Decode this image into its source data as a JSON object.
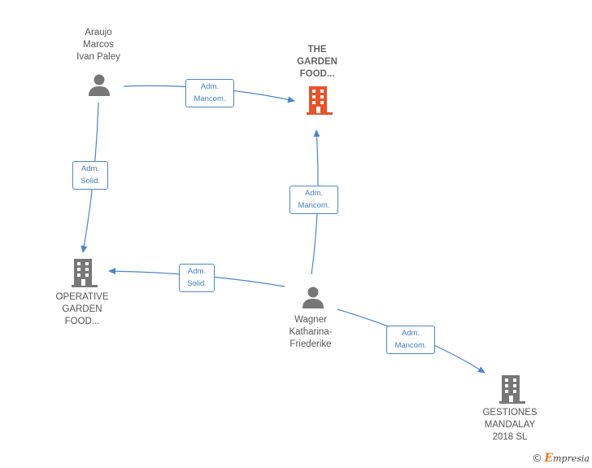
{
  "nodes": {
    "araujo": {
      "label": "Araujo\nMarcos\nIvan Paley",
      "type": "person"
    },
    "the_garden": {
      "label": "THE\nGARDEN\nFOOD...",
      "type": "company-main",
      "color": "#e8532a"
    },
    "operative": {
      "label": "OPERATIVE\nGARDEN\nFOOD...",
      "type": "company"
    },
    "wagner": {
      "label": "Wagner\nKatharina-\nFriederike",
      "type": "person"
    },
    "gestiones": {
      "label": "GESTIONES\nMANDALAY\n2018  SL",
      "type": "company"
    }
  },
  "edges": {
    "araujo_garden": "Adm.\nMancom.",
    "araujo_operative": "Adm.\nSolid.",
    "wagner_garden": "Adm.\nMancom.",
    "wagner_operative": "Adm.\nSolid.",
    "wagner_gestiones": "Adm.\nMancom."
  },
  "colors": {
    "edge": "#4a86cf",
    "icon_gray": "#777777",
    "highlight": "#e8532a"
  },
  "footer": {
    "copyright": "©",
    "brand_initial": "E",
    "brand_rest": "mpresia"
  }
}
